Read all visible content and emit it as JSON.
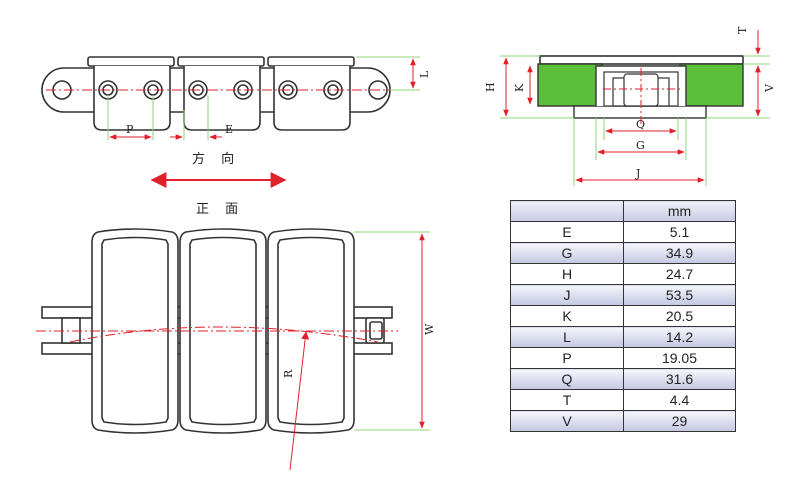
{
  "front_view_top": {
    "labels": {
      "P": "P",
      "E": "E",
      "L": "L"
    },
    "direction_label": "方 向",
    "section_title": "正 面"
  },
  "side_view": {
    "labels": {
      "T": "T",
      "H": "H",
      "K": "K",
      "V": "V",
      "Q": "Q",
      "G": "G",
      "J": "J"
    }
  },
  "top_view": {
    "labels": {
      "W": "W",
      "R": "R"
    }
  },
  "colors": {
    "line": "#333333",
    "dimension": "#e0202a",
    "guide": "#8fd37a",
    "plate": "#5cbf3a"
  },
  "spec_table": {
    "unit_header": "mm",
    "rows": [
      {
        "key": "E",
        "value": "5.1"
      },
      {
        "key": "G",
        "value": "34.9"
      },
      {
        "key": "H",
        "value": "24.7"
      },
      {
        "key": "J",
        "value": "53.5"
      },
      {
        "key": "K",
        "value": "20.5"
      },
      {
        "key": "L",
        "value": "14.2"
      },
      {
        "key": "P",
        "value": "19.05"
      },
      {
        "key": "Q",
        "value": "31.6"
      },
      {
        "key": "T",
        "value": "4.4"
      },
      {
        "key": "V",
        "value": "29"
      }
    ]
  }
}
